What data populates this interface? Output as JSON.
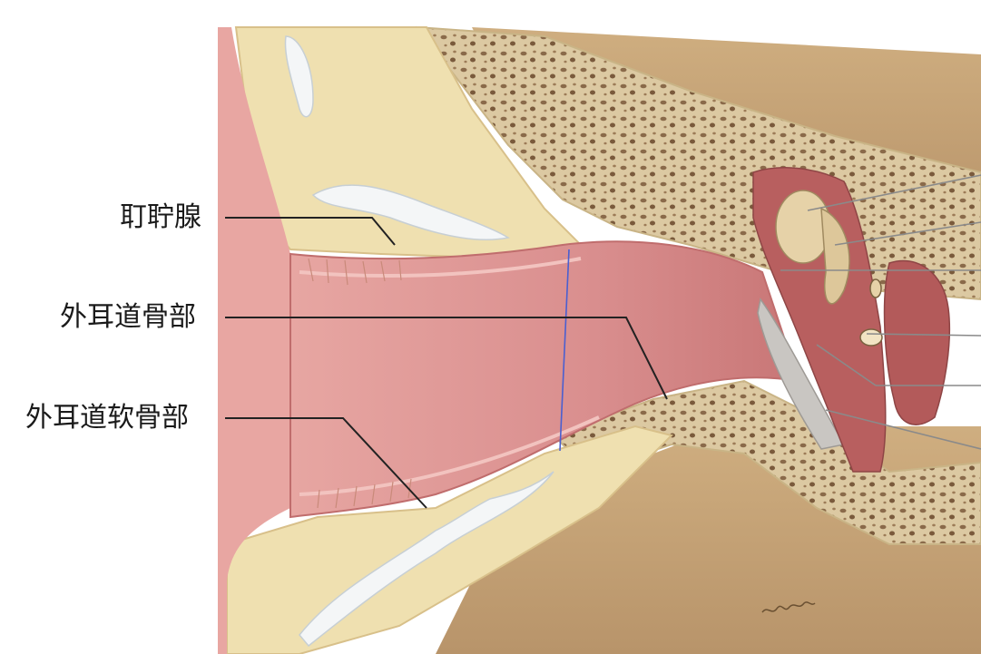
{
  "labels": {
    "ceruminous_glands": "耵聍腺",
    "bony_part": "外耳道骨部",
    "cartilaginous_part": "外耳道软骨部"
  },
  "colors": {
    "canal_skin": "#d98b8b",
    "canal_wall": "#e9a9a4",
    "cartilage": "#efe0b0",
    "bone": "#d8c49c",
    "bone_pores": "#8a6a4a",
    "tan_background": "#c9a77a",
    "tympanic_membrane": "#c9c6c2",
    "leader_line": "#222222",
    "boundary_line": "#4a5fd0"
  }
}
